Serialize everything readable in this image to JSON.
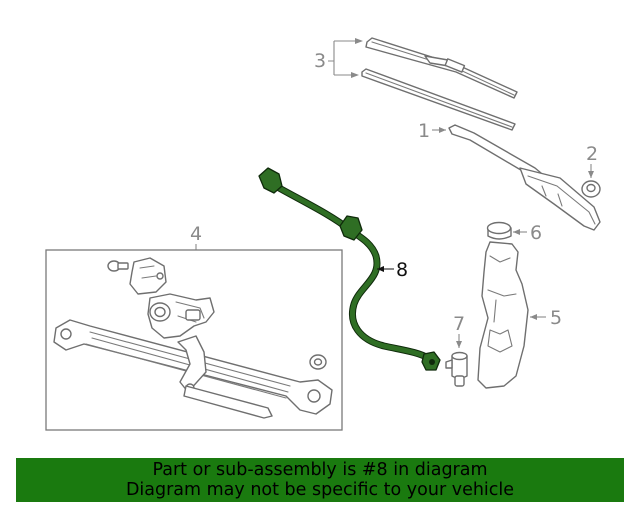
{
  "callouts": {
    "c1": "1",
    "c2": "2",
    "c3": "3",
    "c4": "4",
    "c5": "5",
    "c6": "6",
    "c7": "7",
    "c8": "8"
  },
  "highlight_color": "#2f6e24",
  "caption": {
    "line1": "Part or sub-assembly is #8 in diagram",
    "line2": "Diagram may not be specific to your vehicle",
    "background": "#1a7a0f"
  }
}
